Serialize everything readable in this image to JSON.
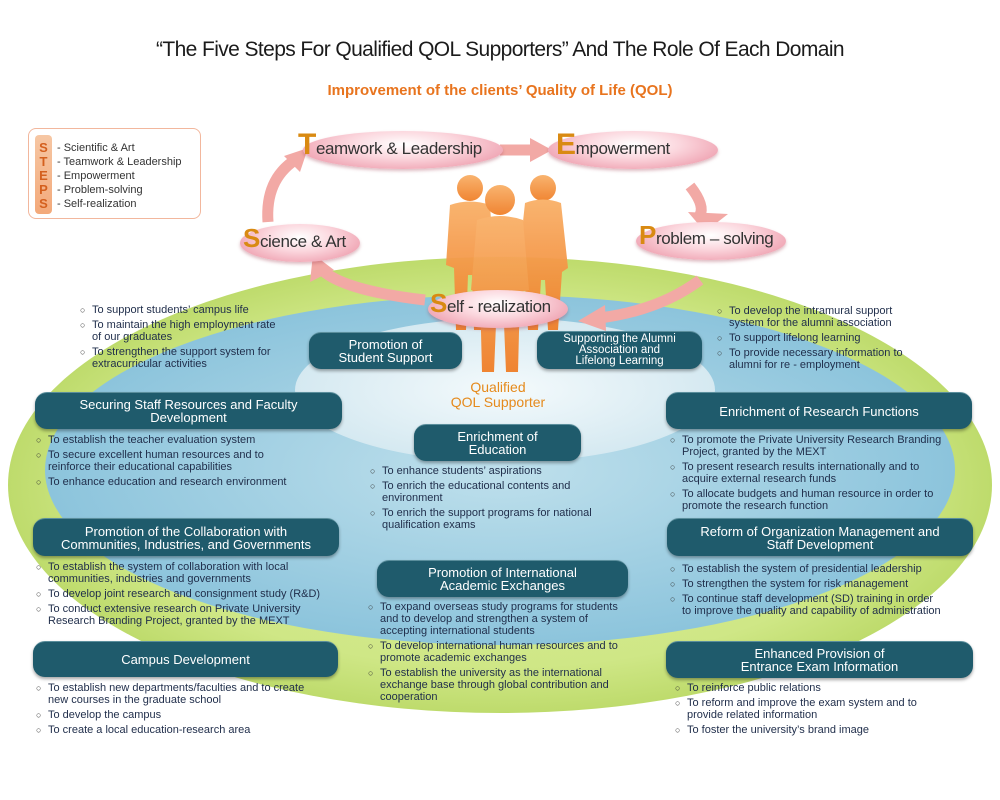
{
  "title": "“The Five Steps For Qualified QOL Supporters” And The Role Of Each Domain",
  "subtitle": "Improvement of the clients’ Quality of Life (QOL)",
  "legend": {
    "letters": [
      "S",
      "T",
      "E",
      "P",
      "S"
    ],
    "items": [
      "- Scientific & Art",
      "- Teamwork & Leadership",
      "- Empowerment",
      "- Problem-solving",
      "- Self-realization"
    ]
  },
  "steps": {
    "teamwork": {
      "cap": "T",
      "rest": "eamwork & Leadership"
    },
    "empowerment": {
      "cap": "E",
      "rest": "mpowerment"
    },
    "science": {
      "cap": "S",
      "rest": "cience & Art"
    },
    "problem": {
      "cap": "P",
      "rest": "roblem – solving"
    },
    "self": {
      "cap": "S",
      "rest": "elf - realization"
    }
  },
  "center": {
    "line1": "Qualified",
    "line2": "QOL Supporter"
  },
  "domains": {
    "student_support": {
      "title": [
        "Promotion of",
        "Student Support"
      ],
      "items": [
        [
          "To support students’ campus life"
        ],
        [
          "To maintain the high employment rate",
          "of our graduates"
        ],
        [
          "To strengthen  the support system for",
          "extracurricular  activities"
        ]
      ]
    },
    "alumni": {
      "title": [
        "Supporting the Alumni",
        "Association and",
        "Lifelong Learning"
      ],
      "items": [
        [
          "To develop the intramural support",
          "system for the alumni association"
        ],
        [
          "To support lifelong learning"
        ],
        [
          "To provide necessary information to",
          "alumni for re - employment"
        ]
      ]
    },
    "staff": {
      "title": [
        "Securing Staff Resources and Faculty",
        "Development"
      ],
      "items": [
        [
          "To establish the teacher evaluation system"
        ],
        [
          "To secure excellent human resources and to",
          "reinforce their educational capabilities"
        ],
        [
          "To enhance  education and research environment"
        ]
      ]
    },
    "education": {
      "title": [
        "Enrichment of",
        "Education"
      ],
      "items": [
        [
          "To enhance  students’ aspirations"
        ],
        [
          "To enrich  the educational contents and",
          "environment"
        ],
        [
          "To enrich  the support programs for national",
          "qualification exams"
        ]
      ]
    },
    "research": {
      "title": [
        "Enrichment of Research Functions"
      ],
      "items": [
        [
          "To promote the Private University Research Branding",
          "Project, granted by the MEXT"
        ],
        [
          "To present research results internationally  and to",
          "acquire external research funds"
        ],
        [
          "To allocate budgets and human resource in order to",
          "promote the research  function"
        ]
      ]
    },
    "collaboration": {
      "title": [
        "Promotion of the Collaboration with",
        "Communities, Industries, and Governments"
      ],
      "items": [
        [
          "To establish the system of collaboration with local",
          "communities, industries and governments"
        ],
        [
          "To develop joint research and consignment study (R&D)"
        ],
        [
          "To conduct extensive research on Private University",
          "Research Branding Project, granted by the MEXT"
        ]
      ]
    },
    "international": {
      "title": [
        "Promotion of International",
        "Academic Exchanges"
      ],
      "items": [
        [
          "To expand overseas study programs for students",
          "and to develop and strengthen  a system of",
          "accepting international students"
        ],
        [
          "To develop international human resources and to",
          "promote academic exchanges"
        ],
        [
          "To establish  the university as the international",
          "exchange  base through  global contribution and",
          "cooperation"
        ]
      ]
    },
    "organization": {
      "title": [
        "Reform of Organization Management and",
        "Staff Development"
      ],
      "items": [
        [
          "To establish  the system of presidential leadership"
        ],
        [
          "To strengthen  the system for risk management"
        ],
        [
          "To continue  staff development (SD) training  in order",
          "to improve the quality and capability of administration"
        ]
      ]
    },
    "campus": {
      "title": [
        "Campus Development"
      ],
      "items": [
        [
          "To establish new departments/faculties  and to create",
          "new courses in the graduate school"
        ],
        [
          "To develop the campus"
        ],
        [
          "To create a local education-research  area"
        ]
      ]
    },
    "entrance": {
      "title": [
        "Enhanced Provision of",
        "Entrance Exam Information"
      ],
      "items": [
        [
          "To reinforce public relations"
        ],
        [
          "To reform  and improve the exam system and to",
          "provide related information"
        ],
        [
          "To foster the university’s brand image"
        ]
      ]
    }
  }
}
